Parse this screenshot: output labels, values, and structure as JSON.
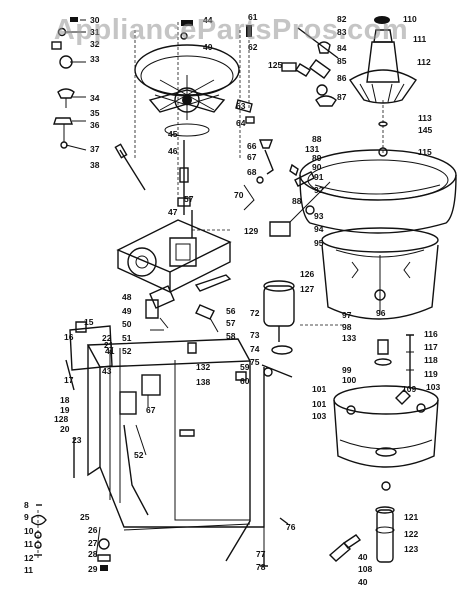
{
  "watermark": "AppliancePartsPros.com",
  "callouts": [
    {
      "id": "c30",
      "text": "30"
    },
    {
      "id": "c31",
      "text": "31"
    },
    {
      "id": "c32",
      "text": "32"
    },
    {
      "id": "c33",
      "text": "33"
    },
    {
      "id": "c34",
      "text": "34"
    },
    {
      "id": "c35",
      "text": "35"
    },
    {
      "id": "c36",
      "text": "36"
    },
    {
      "id": "c37",
      "text": "37"
    },
    {
      "id": "c38",
      "text": "38"
    },
    {
      "id": "c44",
      "text": "44"
    },
    {
      "id": "c40",
      "text": "40"
    },
    {
      "id": "c45",
      "text": "45"
    },
    {
      "id": "c46",
      "text": "46"
    },
    {
      "id": "c57a",
      "text": "57"
    },
    {
      "id": "c47",
      "text": "47"
    },
    {
      "id": "c61",
      "text": "61"
    },
    {
      "id": "c62",
      "text": "62"
    },
    {
      "id": "c63",
      "text": "63"
    },
    {
      "id": "c64",
      "text": "64"
    },
    {
      "id": "c66",
      "text": "66"
    },
    {
      "id": "c67a",
      "text": "67"
    },
    {
      "id": "c68",
      "text": "68"
    },
    {
      "id": "c70",
      "text": "70"
    },
    {
      "id": "c82",
      "text": "82"
    },
    {
      "id": "c83",
      "text": "83"
    },
    {
      "id": "c84",
      "text": "84"
    },
    {
      "id": "c85",
      "text": "85"
    },
    {
      "id": "c86",
      "text": "86"
    },
    {
      "id": "c87",
      "text": "87"
    },
    {
      "id": "c125",
      "text": "125"
    },
    {
      "id": "c110",
      "text": "110"
    },
    {
      "id": "c111",
      "text": "111"
    },
    {
      "id": "c112",
      "text": "112"
    },
    {
      "id": "c113",
      "text": "113"
    },
    {
      "id": "c145",
      "text": "145"
    },
    {
      "id": "c115",
      "text": "115"
    },
    {
      "id": "c88a",
      "text": "88"
    },
    {
      "id": "c131",
      "text": "131"
    },
    {
      "id": "c89",
      "text": "89"
    },
    {
      "id": "c90",
      "text": "90"
    },
    {
      "id": "c91",
      "text": "91"
    },
    {
      "id": "c92",
      "text": "92"
    },
    {
      "id": "c88b",
      "text": "88"
    },
    {
      "id": "c93",
      "text": "93"
    },
    {
      "id": "c94",
      "text": "94"
    },
    {
      "id": "c95",
      "text": "95"
    },
    {
      "id": "c96",
      "text": "96"
    },
    {
      "id": "c129",
      "text": "129"
    },
    {
      "id": "c126",
      "text": "126"
    },
    {
      "id": "c127",
      "text": "127"
    },
    {
      "id": "c48",
      "text": "48"
    },
    {
      "id": "c49",
      "text": "49"
    },
    {
      "id": "c50",
      "text": "50"
    },
    {
      "id": "c51",
      "text": "51"
    },
    {
      "id": "c52",
      "text": "52"
    },
    {
      "id": "c56",
      "text": "56"
    },
    {
      "id": "c57b",
      "text": "57"
    },
    {
      "id": "c58",
      "text": "58"
    },
    {
      "id": "c72",
      "text": "72"
    },
    {
      "id": "c73",
      "text": "73"
    },
    {
      "id": "c74",
      "text": "74"
    },
    {
      "id": "c75",
      "text": "75"
    },
    {
      "id": "c97",
      "text": "97"
    },
    {
      "id": "c98",
      "text": "98"
    },
    {
      "id": "c133",
      "text": "133"
    },
    {
      "id": "c99",
      "text": "99"
    },
    {
      "id": "c100",
      "text": "100"
    },
    {
      "id": "c116",
      "text": "116"
    },
    {
      "id": "c117",
      "text": "117"
    },
    {
      "id": "c118",
      "text": "118"
    },
    {
      "id": "c119",
      "text": "119"
    },
    {
      "id": "c103a",
      "text": "103"
    },
    {
      "id": "c109",
      "text": "109"
    },
    {
      "id": "c101a",
      "text": "101"
    },
    {
      "id": "c101b",
      "text": "101"
    },
    {
      "id": "c103b",
      "text": "103"
    },
    {
      "id": "c15",
      "text": "15"
    },
    {
      "id": "c16",
      "text": "16"
    },
    {
      "id": "c41",
      "text": "41"
    },
    {
      "id": "c22",
      "text": "22"
    },
    {
      "id": "c21",
      "text": "21"
    },
    {
      "id": "c17",
      "text": "17"
    },
    {
      "id": "c43",
      "text": "43"
    },
    {
      "id": "c132",
      "text": "132"
    },
    {
      "id": "c59",
      "text": "59"
    },
    {
      "id": "c138",
      "text": "138"
    },
    {
      "id": "c60",
      "text": "60"
    },
    {
      "id": "c18",
      "text": "18"
    },
    {
      "id": "c19",
      "text": "19"
    },
    {
      "id": "c128",
      "text": "128"
    },
    {
      "id": "c20",
      "text": "20"
    },
    {
      "id": "c67b",
      "text": "67"
    },
    {
      "id": "c23",
      "text": "23"
    },
    {
      "id": "c52b",
      "text": "52"
    },
    {
      "id": "c8",
      "text": "8"
    },
    {
      "id": "c9",
      "text": "9"
    },
    {
      "id": "c10",
      "text": "10"
    },
    {
      "id": "c11a",
      "text": "11"
    },
    {
      "id": "c12",
      "text": "12"
    },
    {
      "id": "c11b",
      "text": "11"
    },
    {
      "id": "c25",
      "text": "25"
    },
    {
      "id": "c26",
      "text": "26"
    },
    {
      "id": "c27",
      "text": "27"
    },
    {
      "id": "c28",
      "text": "28"
    },
    {
      "id": "c29",
      "text": "29"
    },
    {
      "id": "c76",
      "text": "76"
    },
    {
      "id": "c77",
      "text": "77"
    },
    {
      "id": "c78",
      "text": "78"
    },
    {
      "id": "c121",
      "text": "121"
    },
    {
      "id": "c122",
      "text": "122"
    },
    {
      "id": "c123",
      "text": "123"
    },
    {
      "id": "c40b",
      "text": "40"
    },
    {
      "id": "c108",
      "text": "108"
    },
    {
      "id": "c40c",
      "text": "40"
    }
  ]
}
